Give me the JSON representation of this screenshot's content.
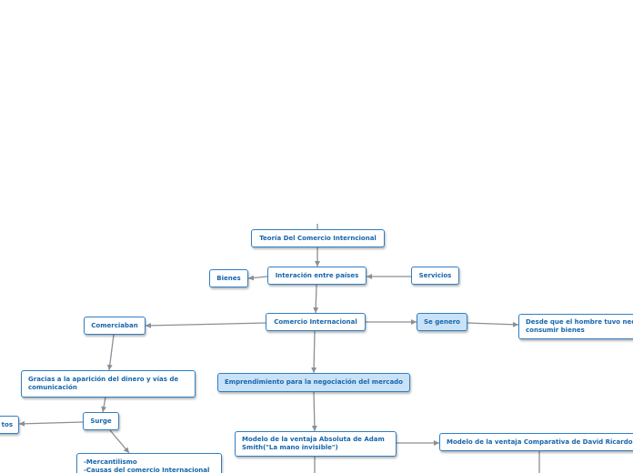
{
  "mindmap": {
    "nodes": [
      {
        "id": "teoria",
        "label": "Teoría Del Comercio Interncional",
        "highlighted": false
      },
      {
        "id": "interaccion",
        "label": "Interación entre países",
        "highlighted": false
      },
      {
        "id": "bienes",
        "label": "Bienes",
        "highlighted": false
      },
      {
        "id": "servicios",
        "label": "Servicios",
        "highlighted": false
      },
      {
        "id": "comercio",
        "label": "Comercio Internacional",
        "highlighted": false
      },
      {
        "id": "comerciaban",
        "label": "Comerciaban",
        "highlighted": false
      },
      {
        "id": "se_genero",
        "label": "Se genero",
        "highlighted": true
      },
      {
        "id": "desde_que",
        "label": "Desde que el hombre tuvo nec\nconsumir bienes",
        "highlighted": false
      },
      {
        "id": "gracias",
        "label": "Gracias a la aparición del dinero y vías de\ncomunicación",
        "highlighted": false
      },
      {
        "id": "emprendimiento",
        "label": "Emprendimiento para la negociación del mercado",
        "highlighted": true
      },
      {
        "id": "surge",
        "label": "Surge",
        "highlighted": false
      },
      {
        "id": "tos",
        "label": "tos",
        "highlighted": false
      },
      {
        "id": "adam_smith",
        "label": "Modelo de la ventaja Absoluta de Adam\nSmith(\"La mano invisible\")",
        "highlighted": false
      },
      {
        "id": "ricardo",
        "label": "Modelo de la ventaja Comparativa de David Ricardo",
        "highlighted": false
      },
      {
        "id": "mercantilismo",
        "label": "-Mercantilismo\n-Causas del comercio Internacional",
        "highlighted": false
      }
    ],
    "colors": {
      "border": "#2f7fc4",
      "text": "#1565ac",
      "highlight_fill": "#c9e2f7",
      "connector": "#8a8f96"
    }
  }
}
